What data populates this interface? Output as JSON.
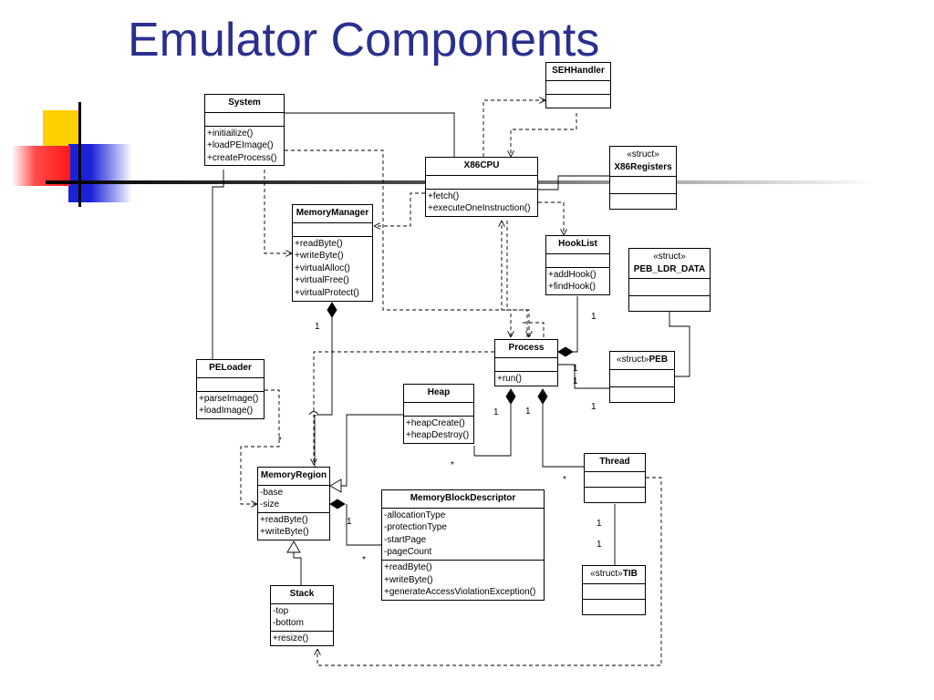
{
  "title": "Emulator Components",
  "classes": {
    "system": {
      "name": "System",
      "attrs": [],
      "ops": [
        "+initiailize()",
        "+loadPEImage()",
        "+createProcess()"
      ]
    },
    "sehhandler": {
      "name": "SEHHandler",
      "attrs": [],
      "ops": []
    },
    "x86cpu": {
      "name": "X86CPU",
      "attrs": [],
      "ops": [
        "+fetch()",
        "+executeOneInstruction()"
      ]
    },
    "x86registers": {
      "stereotype": "«struct»",
      "name": "X86Registers",
      "attrs": [],
      "ops": []
    },
    "memorymanager": {
      "name": "MemoryManager",
      "attrs": [],
      "ops": [
        "+readByte()",
        "+writeByte()",
        "+virtualAlloc()",
        "+virtualFree()",
        "+virtualProtect()"
      ]
    },
    "hooklist": {
      "name": "HookList",
      "attrs": [],
      "ops": [
        "+addHook()",
        "+findHook()"
      ]
    },
    "peb_ldr_data": {
      "stereotype": "«struct»",
      "name": "PEB_LDR_DATA",
      "attrs": [],
      "ops": []
    },
    "process": {
      "name": "Process",
      "attrs": [],
      "ops": [
        "+run()"
      ]
    },
    "peb": {
      "stereotype": "«struct»",
      "name": "PEB",
      "attrs": [],
      "ops": []
    },
    "peloader": {
      "name": "PELoader",
      "attrs": [],
      "ops": [
        "+parseImage()",
        "+loadImage()"
      ]
    },
    "heap": {
      "name": "Heap",
      "attrs": [],
      "ops": [
        "+heapCreate()",
        "+heapDestroy()"
      ]
    },
    "memoryregion": {
      "name": "MemoryRegion",
      "attrs": [
        "-base",
        "-size"
      ],
      "ops": [
        "+readByte()",
        "+writeByte()"
      ]
    },
    "memoryblockdescriptor": {
      "name": "MemoryBlockDescriptor",
      "attrs": [
        "-allocationType",
        "-protectionType",
        "-startPage",
        "-pageCount"
      ],
      "ops": [
        "+readByte()",
        "+writeByte()",
        "+generateAccessViolationException()"
      ]
    },
    "thread": {
      "name": "Thread",
      "attrs": [],
      "ops": []
    },
    "tib": {
      "stereotype": "«struct»",
      "name": "TIB",
      "attrs": [],
      "ops": []
    },
    "stack": {
      "name": "Stack",
      "attrs": [
        "-top",
        "-bottom"
      ],
      "ops": [
        "+resize()"
      ]
    }
  },
  "multiplicities": {
    "mm_one": "1",
    "hooklist_one": "1",
    "peb_one_a": "1",
    "peb_one_b": "1",
    "heap_one": "1",
    "thread_one": "1",
    "peb_one_c": "1",
    "peloader_star": "*",
    "heap_star": "*",
    "thread_star": "*",
    "mbd_one": "1",
    "mbd_star": "*",
    "tib_one_a": "1",
    "tib_one_b": "1"
  },
  "colors": {
    "title": "#2a2f8f",
    "deco_yellow": "#ffd700",
    "deco_red": "#ff2a2a",
    "deco_blue": "#2233cc"
  }
}
